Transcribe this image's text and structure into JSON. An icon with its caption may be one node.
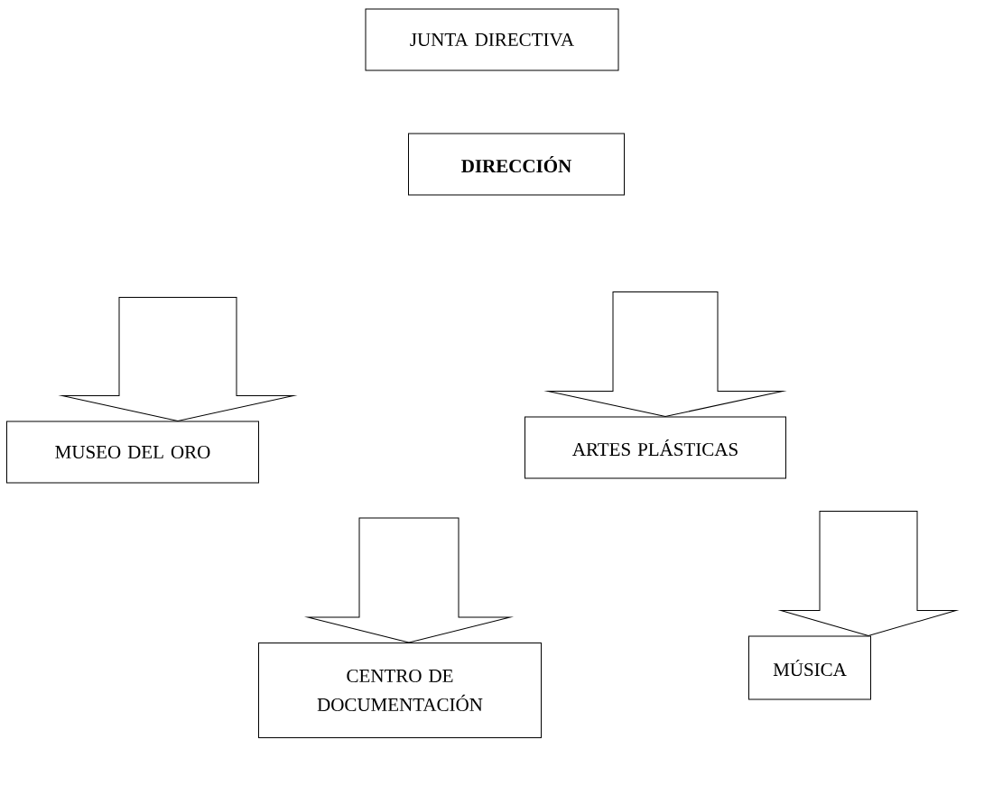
{
  "diagram": {
    "nodes": [
      {
        "text": [
          "JUNTA DIRECTIVA"
        ]
      },
      {
        "text": [
          "DIRECCIÓN"
        ]
      },
      {
        "text": [
          "MUSEO DEL ORO"
        ]
      },
      {
        "text": [
          "ARTES PLÁSTICAS"
        ]
      },
      {
        "text": [
          "CENTRO DE DOCUMENTACIÓN"
        ]
      },
      {
        "text": [
          "MÚSICA"
        ]
      }
    ],
    "edges": [
      {
        "from": null,
        "to": 2,
        "arrow": "to"
      },
      {
        "from": null,
        "to": 3,
        "arrow": "to"
      },
      {
        "from": null,
        "to": 4,
        "arrow": "to"
      },
      {
        "from": null,
        "to": 5,
        "arrow": "to"
      }
    ]
  }
}
